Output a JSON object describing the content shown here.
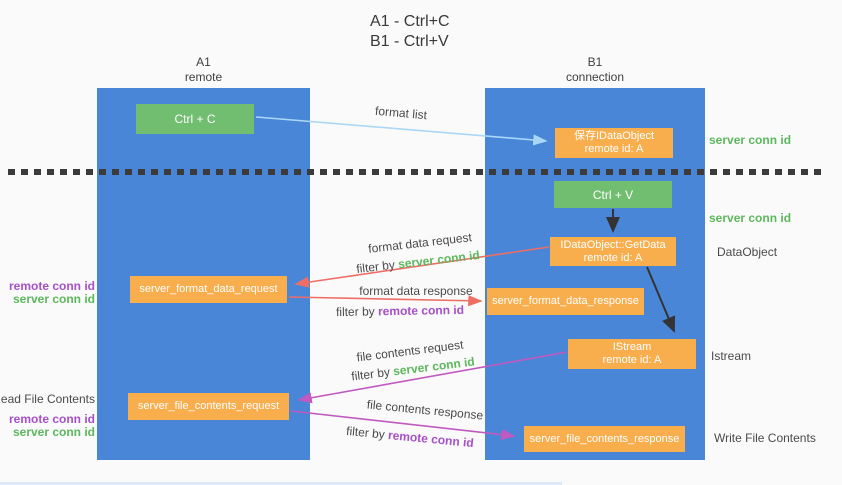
{
  "title": {
    "line1": "A1 - Ctrl+C",
    "line2": "B1 - Ctrl+V"
  },
  "lanes": {
    "left": {
      "id": "A1",
      "subtitle": "remote"
    },
    "right": {
      "id": "B1",
      "subtitle": "connection"
    }
  },
  "nodes": {
    "ctrl_c": {
      "label": "Ctrl + C"
    },
    "ctrl_v": {
      "label": "Ctrl + V"
    },
    "save_idataobject": {
      "line1": "保存IDataObject",
      "line2": "remote id: A"
    },
    "idataobject_getdata": {
      "line1": "IDataObject::GetData",
      "line2": "remote id: A"
    },
    "istream": {
      "line1": "IStream",
      "line2": "remote id: A"
    },
    "server_format_data_request": {
      "label": "server_format_data_request"
    },
    "server_format_data_response": {
      "label": "server_format_data_response"
    },
    "server_file_contents_request": {
      "label": "server_file_contents_request"
    },
    "server_file_contents_response": {
      "label": "server_file_contents_response"
    }
  },
  "flows": {
    "format_list": {
      "label": "format list"
    },
    "format_data_request": {
      "label": "format data request",
      "filter_prefix": "filter by ",
      "filter_key": "server conn id"
    },
    "format_data_response": {
      "label": "format data response",
      "filter_prefix": "filter by ",
      "filter_key": "remote conn id"
    },
    "file_contents_request": {
      "label": "file contents request",
      "filter_prefix": "filter by ",
      "filter_key": "server conn id"
    },
    "file_contents_response": {
      "label": "file contents response",
      "filter_prefix": "filter by ",
      "filter_key": "remote conn id"
    }
  },
  "side_labels": {
    "left_remote_conn_1": "remote conn id",
    "left_server_conn_1": "server conn id",
    "read_file_contents": "Read File Contents",
    "left_remote_conn_2": "remote conn id",
    "left_server_conn_2": "server conn id",
    "right_server_conn_1": "server conn id",
    "right_server_conn_2": "server conn id",
    "dataobject": "DataObject",
    "istream": "Istream",
    "write_file_contents": "Write File Contents"
  },
  "colors": {
    "lane_blue": "#4A86D8",
    "node_green": "#71BE71",
    "node_orange": "#F9AE4E",
    "arrow_light_blue": "#A9D7F5",
    "arrow_red": "#EE6E66",
    "arrow_magenta": "#C05AC0",
    "arrow_black": "#333333",
    "text_green": "#5CB85C",
    "text_purple": "#A650C8",
    "text_gray": "#4A4A4A"
  }
}
